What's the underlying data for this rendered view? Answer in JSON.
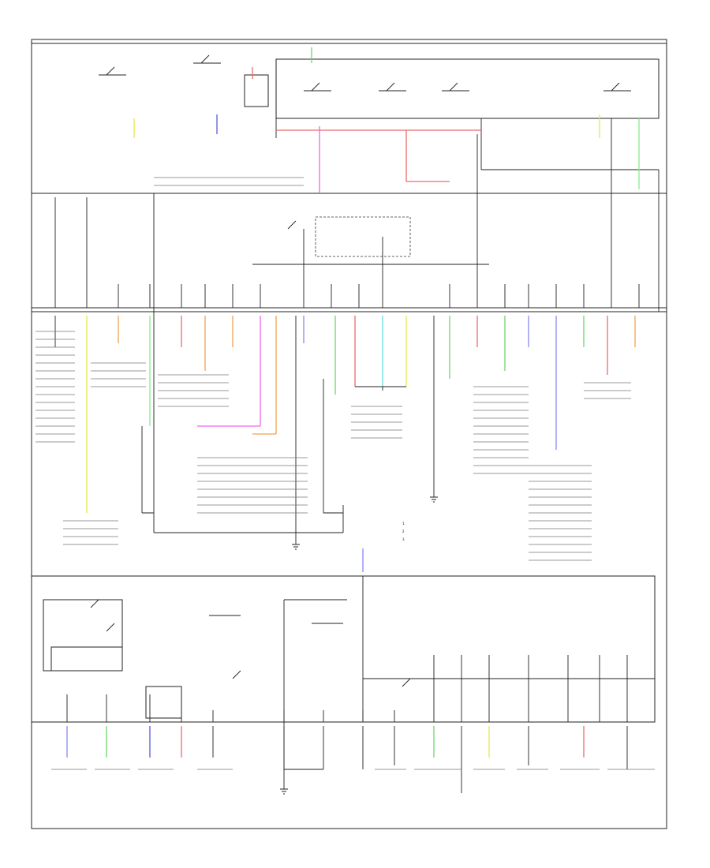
{
  "diagram": {
    "legend_lines": [
      "1",
      "2",
      "3"
    ],
    "bottom_left_code": "",
    "top_right_label": ""
  },
  "colors": {
    "yellow": "#e8e84a",
    "blue": "#5a5ae0",
    "pink": "#ee66ee",
    "red": "#ee6a6a",
    "green": "#6ad86a",
    "orange": "#f0a050",
    "cyan": "#66dddd",
    "lightgreen": "#88ee88",
    "violet": "#8888ee"
  }
}
